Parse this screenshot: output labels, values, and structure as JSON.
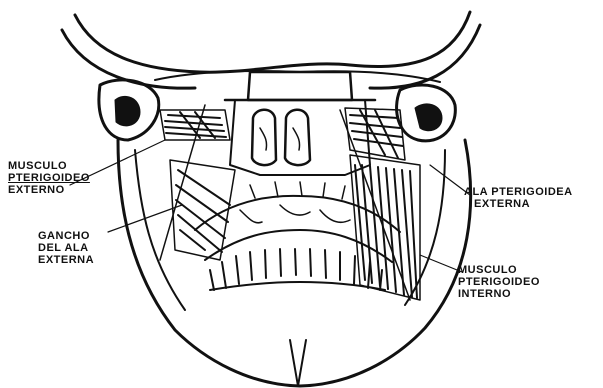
{
  "figure": {
    "ink_color": "#111111",
    "background_color": "#ffffff"
  },
  "labels": {
    "musculo_pterigoideo_externo": [
      "MUSCULO",
      "PTERIGOIDEO",
      "EXTERNO"
    ],
    "gancho_del_ala_externa": [
      "GANCHO",
      "DEL ALA",
      "EXTERNA"
    ],
    "ala_pterigoidea_externa": [
      "ALA PTERIGOIDEA",
      "EXTERNA"
    ],
    "musculo_pterigoideo_interno": [
      "MUSCULO",
      "PTERIGOIDEO",
      "INTERNO"
    ]
  }
}
